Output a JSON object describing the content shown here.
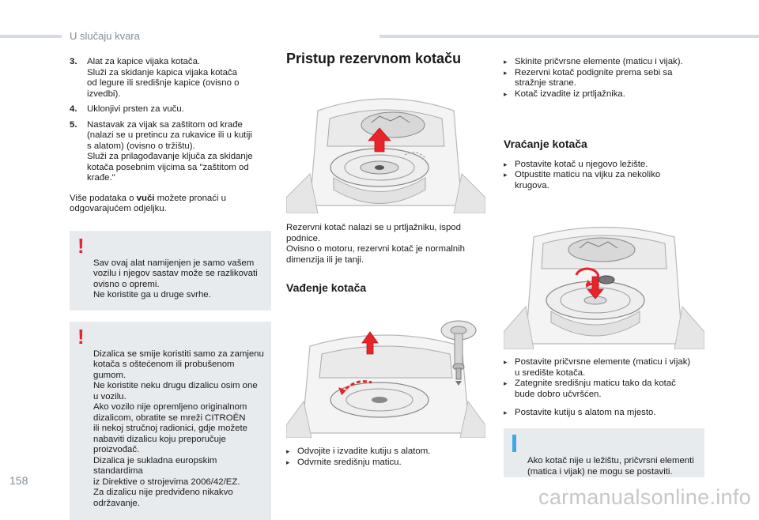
{
  "header": {
    "section_title": "U slučaju kvara"
  },
  "page_number": "158",
  "watermark": "carmanualsonline.info",
  "col1": {
    "items": [
      {
        "num": "3.",
        "text": "Alat za kapice vijaka kotača.\nSluži za skidanje kapica vijaka kotača\nod legure ili središnje kapice (ovisno o\nizvedbi)."
      },
      {
        "num": "4.",
        "text": "Uklonjivi prsten za vuču."
      },
      {
        "num": "5.",
        "text": "Nastavak za vijak sa zaštitom od krađe\n(nalazi se u pretincu za rukavice ili u kutiji\ns alatom) (ovisno o tržištu).\nSluži za prilagođavanje ključa za skidanje\nkotača posebnim vijcima sa \"zaštitom od\nkrađe.\""
      }
    ],
    "more_info_prefix": "Više podataka o ",
    "more_info_bold": "vuči",
    "more_info_suffix": " možete pronaći u\nodgovarajućem odjeljku.",
    "warning1": "Sav ovaj alat namijenjen je samo vašem\nvozilu i njegov sastav može se razlikovati\novisno o opremi.\nNe koristite ga u druge svrhe.",
    "warning2": "Dizalica se smije koristiti samo za zamjenu\nkotača s oštećenom ili probušenom gumom.\nNe koristite neku drugu dizalicu osim one\nu vozilu.\nAko vozilo nije opremljeno originalnom\ndizalicom, obratite se mreži CITROËN\nili nekoj stručnoj radionici, gdje možete\nnabaviti dizalicu koju preporučuje\nproizvođač.\nDizalica je sukladna europskim standardima\niz Direktive o strojevima 2006/42/EZ.\nZa dizalicu nije predviđeno nikakvo\nodržavanje.",
    "warning_mark": "!"
  },
  "col2": {
    "heading": "Pristup rezervnom kotaču",
    "intro": "Rezervni kotač nalazi se u prtljažniku, ispod\npodnice.\nOvisno o motoru, rezervni kotač je normalnih\ndimenzija ili je tanji.",
    "subheading": "Vađenje kotača",
    "bullets": [
      "Odvojite i izvadite kutiju s alatom.",
      "Odvrnite središnju maticu."
    ]
  },
  "col3": {
    "bullets_top": [
      "Skinite pričvrsne elemente (maticu i vijak).",
      "Rezervni kotač podignite prema sebi sa\nstražnje strane.",
      "Kotač izvadite iz prtljažnika."
    ],
    "subheading": "Vraćanje kotača",
    "bullets_mid": [
      "Postavite kotač u njegovo ležište.",
      "Otpustite maticu na vijku za nekoliko\nkrugova."
    ],
    "bullets_bottom": [
      "Postavite pričvrsne elemente (maticu i vijak)\nu središte kotača.",
      "Zategnite središnju maticu tako da kotač\nbude dobro učvršćen."
    ],
    "bullet_last": "Postavite kutiju s alatom na mjesto.",
    "info": "Ako kotač nije u ležištu, pričvrsni elementi\n(matica i vijak) ne mogu se postaviti."
  },
  "icons": {
    "bullet": "arrow-bullet-icon",
    "warning": "warning-icon",
    "info": "info-icon"
  },
  "colors": {
    "warning": "#e8232a",
    "info": "#3fa9e0",
    "panel": "#e8ebee",
    "accent_red": "#e8232a"
  }
}
